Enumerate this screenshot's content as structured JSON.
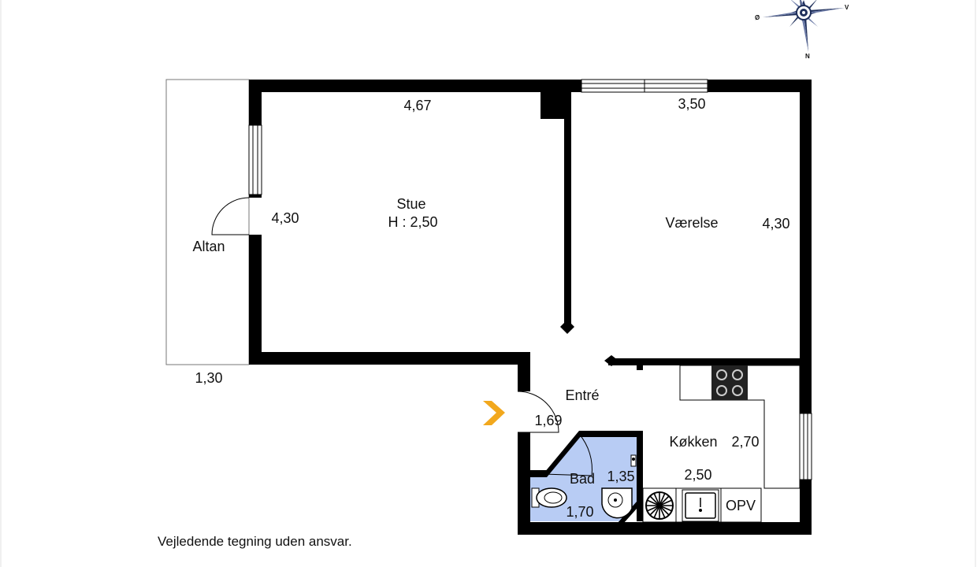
{
  "compass": {
    "west": "Ø",
    "east": "V",
    "south": "N"
  },
  "rooms": {
    "stue": {
      "name": "Stue",
      "height": "H : 2,50",
      "width": "4,67",
      "depth": "4,30"
    },
    "vaerelse": {
      "name": "Værelse",
      "width": "3,50",
      "depth": "4,30"
    },
    "altan": {
      "name": "Altan",
      "depth": "1,30"
    },
    "entre": {
      "name": "Entré",
      "dim": "1,69"
    },
    "bad": {
      "name": "Bad",
      "width": "1,70",
      "depth": "1,35"
    },
    "koekken": {
      "name": "Køkken",
      "width": "2,50",
      "depth": "2,70"
    }
  },
  "fixtures": {
    "opv": "OPV"
  },
  "colors": {
    "wall": "#000000",
    "bath": "#b8ccf4",
    "entrance_arrow": "#f2a81d"
  },
  "icons": [
    "compass-rose-icon",
    "entrance-arrow-icon"
  ],
  "disclaimer": "Vejledende tegning uden ansvar."
}
